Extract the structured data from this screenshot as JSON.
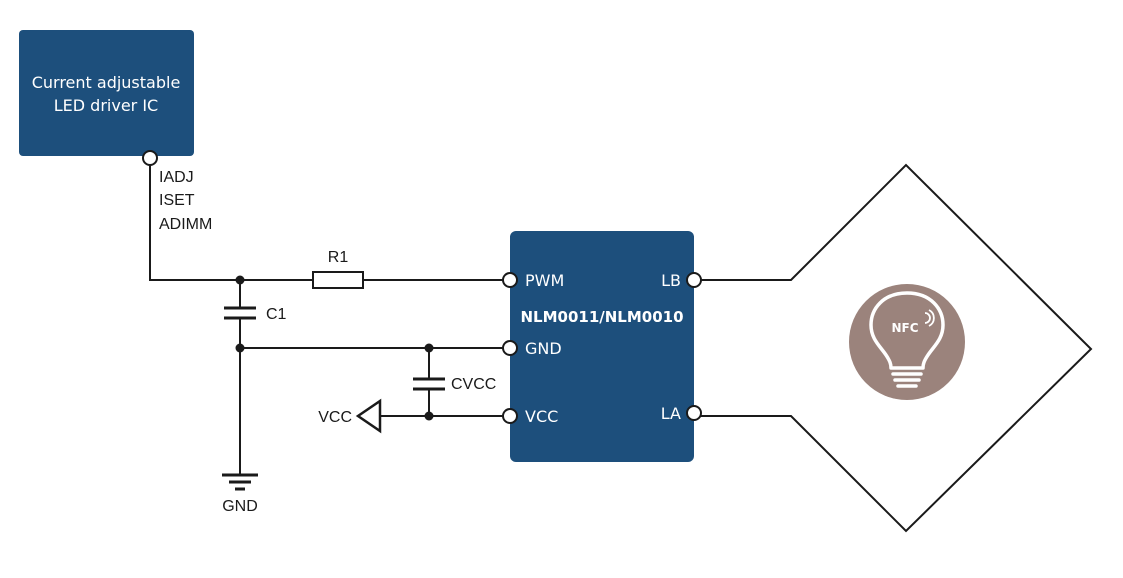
{
  "driver_ic": {
    "line1": "Current adjustable",
    "line2": "LED driver IC",
    "pin_labels": [
      "IADJ",
      "ISET",
      "ADIMM"
    ]
  },
  "chip": {
    "name": "NLM0011/NLM0010",
    "pins": {
      "pwm": "PWM",
      "gnd": "GND",
      "vcc": "VCC",
      "lb": "LB",
      "la": "LA"
    }
  },
  "components": {
    "r1": "R1",
    "c1": "C1",
    "cvcc": "CVCC"
  },
  "supply": {
    "vcc": "VCC",
    "gnd": "GND"
  },
  "nfc_badge": "NFC",
  "colors": {
    "ic_blue": "#1d4f7c",
    "badge_brown": "#9b837c",
    "wire": "#1a1a1a"
  },
  "icons": {
    "badge": "nfc-lightbulb-icon",
    "ground": "ground-symbol-icon",
    "supply": "vcc-triangle-icon"
  }
}
